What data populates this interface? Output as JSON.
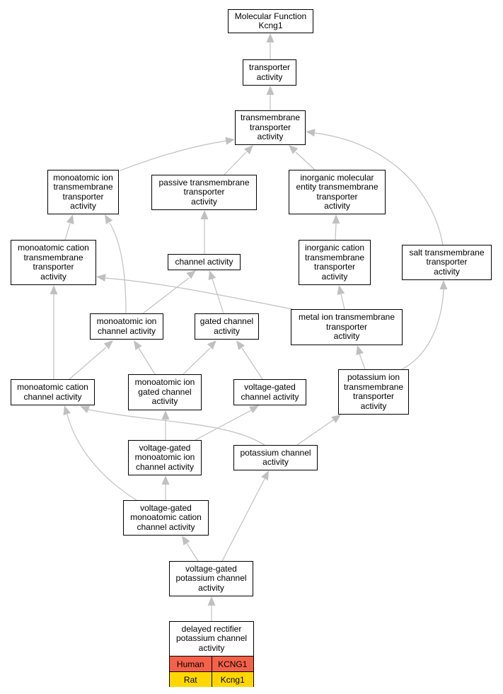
{
  "colors": {
    "edge": "#c0c0c0",
    "human": "#f4614a",
    "rat": "#ffd700",
    "node_border": "#000000"
  },
  "nodes": {
    "root": [
      "Molecular Function",
      "Kcng1"
    ],
    "transporter": [
      "transporter",
      "activity"
    ],
    "tm_transporter": [
      "transmembrane",
      "transporter",
      "activity"
    ],
    "monoatomic_ion_tm": [
      "monoatomic ion",
      "transmembrane",
      "transporter",
      "activity"
    ],
    "passive_tm": [
      "passive transmembrane",
      "transporter",
      "activity"
    ],
    "inorganic_molecular_tm": [
      "inorganic molecular",
      "entity transmembrane",
      "transporter",
      "activity"
    ],
    "monoatomic_cation_tm": [
      "monoatomic cation",
      "transmembrane",
      "transporter",
      "activity"
    ],
    "channel": [
      "channel activity"
    ],
    "inorganic_cation_tm": [
      "inorganic cation",
      "transmembrane",
      "transporter",
      "activity"
    ],
    "salt_tm": [
      "salt transmembrane",
      "transporter",
      "activity"
    ],
    "monoatomic_ion_channel": [
      "monoatomic ion",
      "channel activity"
    ],
    "gated_channel": [
      "gated channel",
      "activity"
    ],
    "metal_ion_tm": [
      "metal ion transmembrane",
      "transporter",
      "activity"
    ],
    "monoatomic_cation_channel": [
      "monoatomic cation",
      "channel activity"
    ],
    "monoatomic_ion_gated": [
      "monoatomic ion",
      "gated channel",
      "activity"
    ],
    "voltage_gated_channel": [
      "voltage-gated",
      "channel activity"
    ],
    "potassium_ion_tm": [
      "potassium ion",
      "transmembrane",
      "transporter",
      "activity"
    ],
    "vg_monoatomic_ion": [
      "voltage-gated",
      "monoatomic ion",
      "channel activity"
    ],
    "potassium_channel": [
      "potassium channel",
      "activity"
    ],
    "vg_monoatomic_cation": [
      "voltage-gated",
      "monoatomic cation",
      "channel activity"
    ],
    "vg_potassium": [
      "voltage-gated",
      "potassium channel",
      "activity"
    ]
  },
  "leaf": {
    "title": [
      "delayed rectifier",
      "potassium channel",
      "activity"
    ],
    "rows": [
      {
        "species": "Human",
        "gene": "KCNG1"
      },
      {
        "species": "Rat",
        "gene": "Kcng1"
      }
    ]
  }
}
